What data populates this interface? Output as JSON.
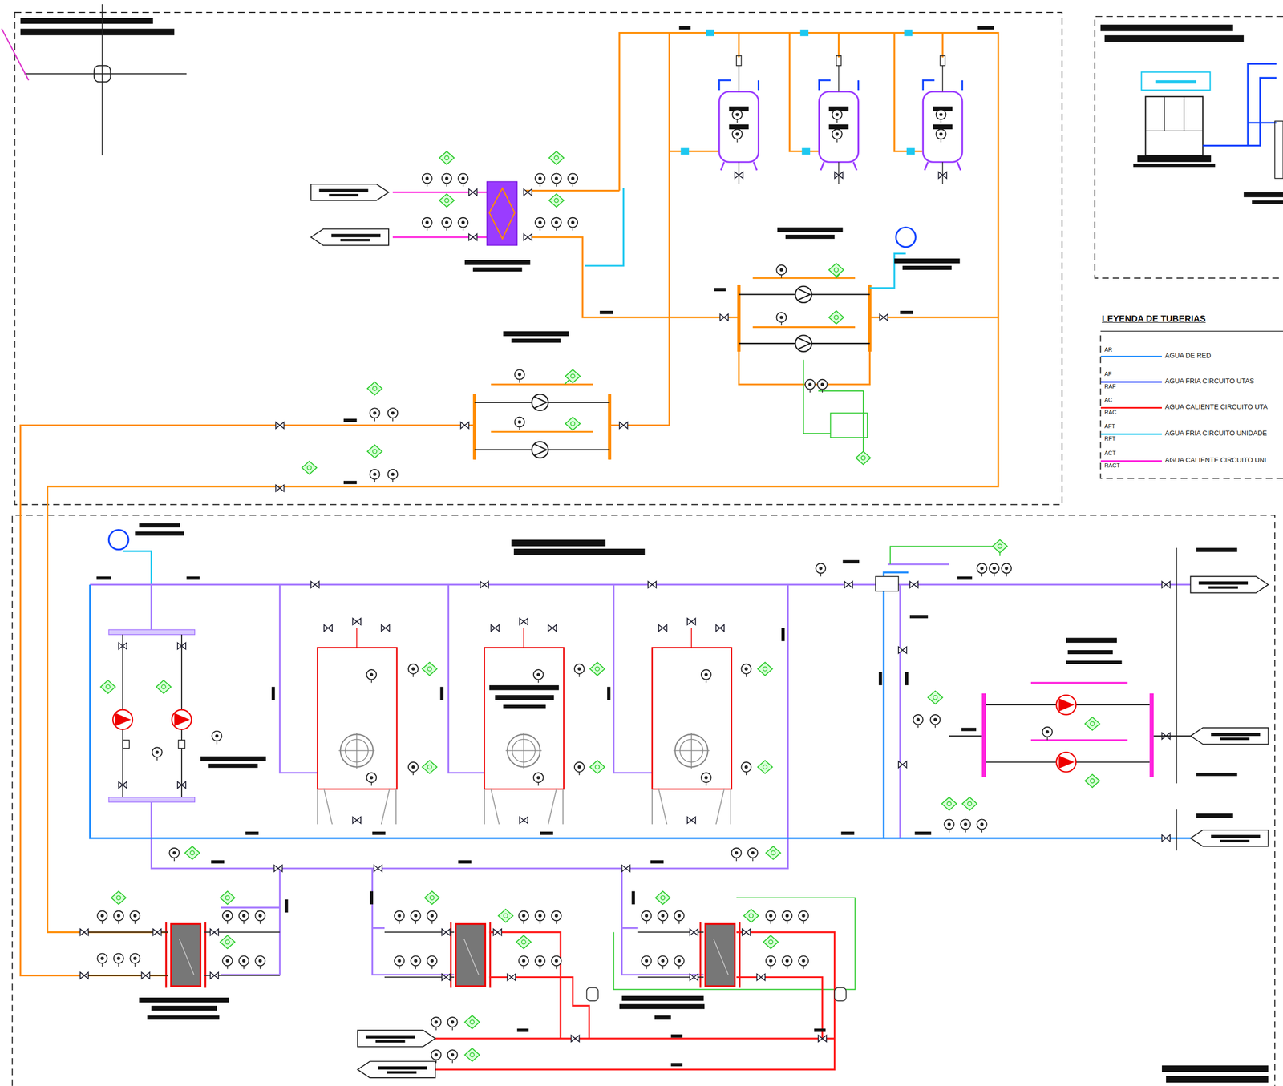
{
  "diagram": {
    "labels": [
      "LEYENDA DE TUBERIAS",
      "AR",
      "AF",
      "RAF",
      "AC",
      "RAC",
      "AFT",
      "RFT",
      "ACT",
      "RACT"
    ],
    "legend": [
      {
        "text": "AGUA DE RED",
        "color": "#1e8cff"
      },
      {
        "text": "AGUA FRIA CIRCUITO UTAS",
        "color": "#1030ff"
      },
      {
        "text": "AGUA CALIENTE CIRCUITO UTA",
        "color": "#ff1a1a"
      },
      {
        "text": "AGUA FRIA CIRCUITO UNIDADE",
        "color": "#1ec8f0"
      },
      {
        "text": "AGUA CALIENTE CIRCUITO UNI",
        "color": "#ff22dd"
      }
    ]
  }
}
